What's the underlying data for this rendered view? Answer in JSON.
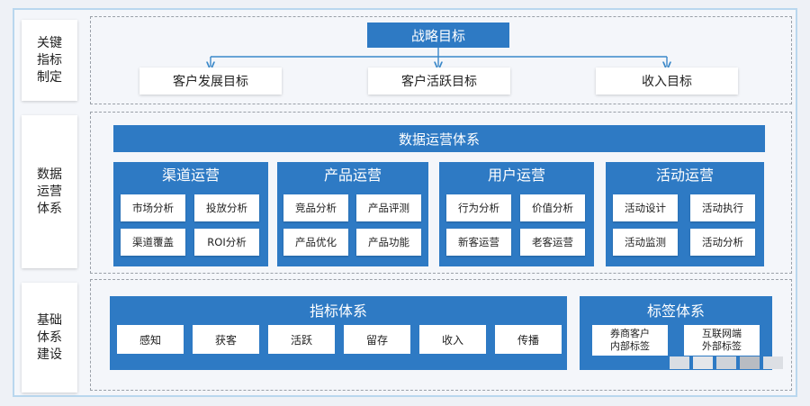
{
  "colors": {
    "panel_blue": "#2e7ac4",
    "frame_border": "#b9d7ee",
    "dash": "#9aa0a8"
  },
  "side_labels": [
    "关键指标制定",
    "数据运营体系",
    "基础体系建设"
  ],
  "strategy": {
    "top": "战略目标",
    "goals": [
      "客户发展目标",
      "客户活跃目标",
      "收入目标"
    ]
  },
  "operations": {
    "title": "数据运营体系",
    "panels": [
      {
        "title": "渠道运营",
        "items": [
          "市场分析",
          "投放分析",
          "渠道覆盖",
          "ROI分析"
        ]
      },
      {
        "title": "产品运营",
        "items": [
          "竞品分析",
          "产品评测",
          "产品优化",
          "产品功能"
        ]
      },
      {
        "title": "用户运营",
        "items": [
          "行为分析",
          "价值分析",
          "新客运营",
          "老客运营"
        ]
      },
      {
        "title": "活动运营",
        "items": [
          "活动设计",
          "活动执行",
          "活动监测",
          "活动分析"
        ]
      }
    ]
  },
  "foundation": {
    "metrics": {
      "title": "指标体系",
      "items": [
        "感知",
        "获客",
        "活跃",
        "留存",
        "收入",
        "传播"
      ]
    },
    "tags": {
      "title": "标签体系",
      "items": [
        {
          "line1": "券商客户",
          "line2": "内部标签"
        },
        {
          "line1": "互联网端",
          "line2": "外部标签"
        }
      ]
    }
  }
}
